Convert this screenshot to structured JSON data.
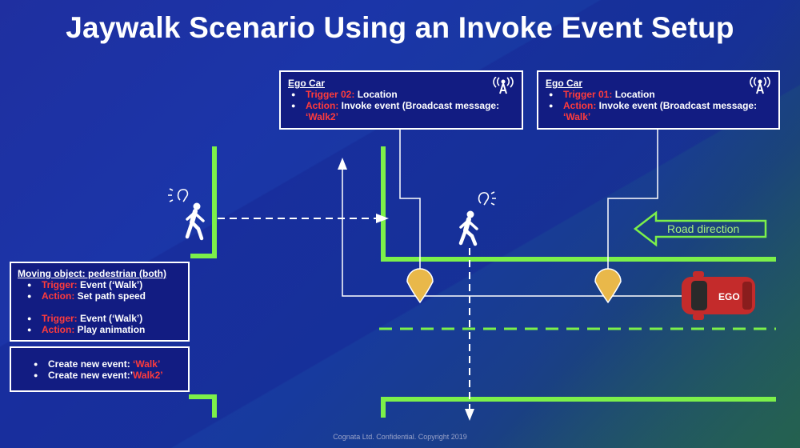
{
  "title": "Jaywalk Scenario Using an Invoke Event Setup",
  "box_trigger02": {
    "heading": "Ego Car",
    "line1_label": "Trigger 02:",
    "line1_value": " Location",
    "line2_label": "Action:",
    "line2_value": " Invoke event (Broadcast message:",
    "line3_value": "‘Walk2’"
  },
  "box_trigger01": {
    "heading": "Ego Car",
    "line1_label": "Trigger 01:",
    "line1_value": " Location",
    "line2_label": "Action:",
    "line2_value": " Invoke event (Broadcast message:",
    "line3_value": "‘Walk’"
  },
  "box_pedestrian": {
    "heading": "Moving object: pedestrian (both)",
    "item1_label": "Trigger:",
    "item1_value": " Event (‘Walk’)",
    "item2_label": "Action:",
    "item2_value": " Set path speed",
    "item3_label": "Trigger:",
    "item3_value": " Event (‘Walk’)",
    "item4_label": "Action:",
    "item4_value": " Play animation"
  },
  "box_events": {
    "item1_text": "Create new event: ",
    "item1_value": "‘Walk’",
    "item2_text": "Create new event:’",
    "item2_value": "Walk2’"
  },
  "road_direction_label": "Road direction",
  "ego_label": "EGO",
  "footer": "Cognata Ltd. Confidential. Copyright 2019",
  "colors": {
    "road_green": "#7cf04a",
    "trigger_red": "#ff3b3b",
    "marker_yellow": "#e9b84a",
    "car_red": "#c42b2b"
  },
  "icons": [
    "antenna-icon",
    "pedestrian-icon",
    "ear-icon",
    "location-marker-icon",
    "arrow-left-icon",
    "car-icon"
  ]
}
